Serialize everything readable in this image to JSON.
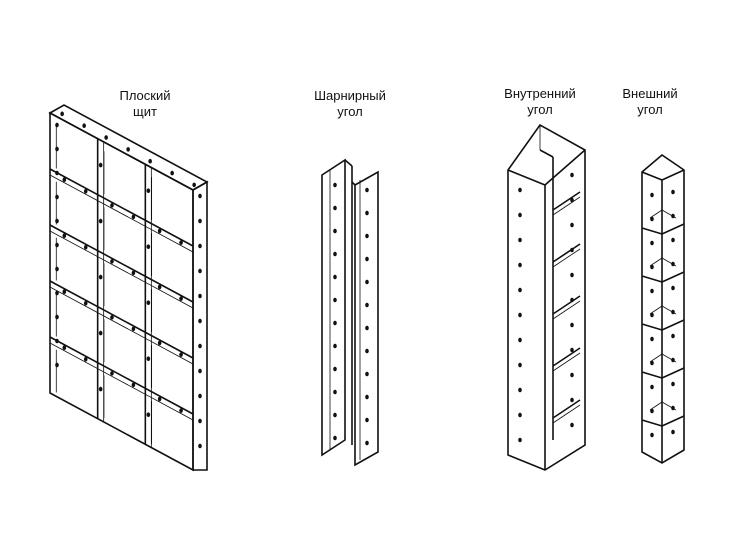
{
  "labels": {
    "flat_panel": [
      "Плоский",
      "щит"
    ],
    "hinged_corner": [
      "Шарнирный",
      "угол"
    ],
    "inner_corner": [
      "Внутренний",
      "угол"
    ],
    "outer_corner": [
      "Внешний",
      "угол"
    ]
  }
}
